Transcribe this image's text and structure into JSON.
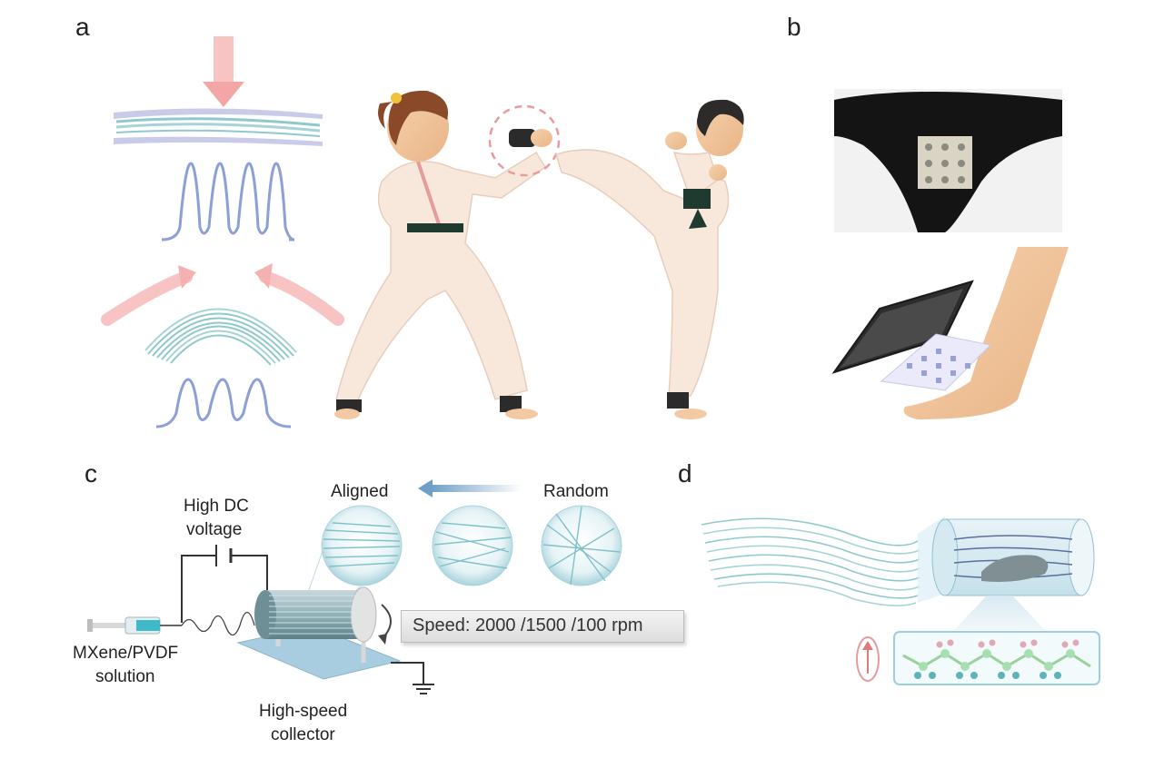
{
  "panels": {
    "a": "a",
    "b": "b",
    "c": "c",
    "d": "d"
  },
  "panel_c": {
    "voltage_line1": "High DC",
    "voltage_line2": "voltage",
    "aligned": "Aligned",
    "random": "Random",
    "speed": "Speed: 2000 /1500 /100 rpm",
    "solution_line1": "MXene/PVDF",
    "solution_line2": "solution",
    "collector_line1": "High-speed",
    "collector_line2": "collector"
  },
  "colors": {
    "signal": "#8c9fd6",
    "arrow": "#f5b8b8",
    "fiber": "#8fc9cc",
    "uniform": "#f8e8dc",
    "belt": "#1f3a2e",
    "sock": "#2b2b2b"
  }
}
